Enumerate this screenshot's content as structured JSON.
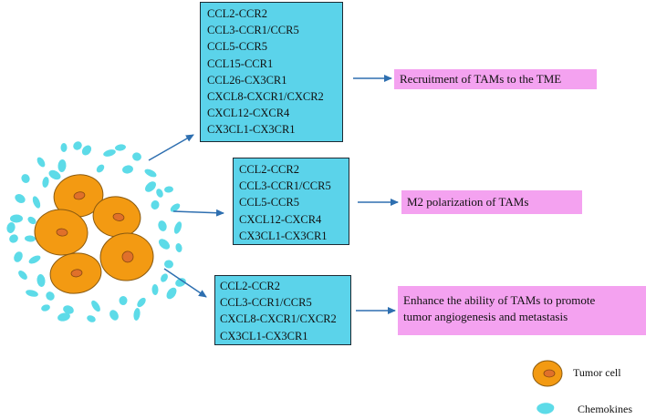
{
  "panels": [
    {
      "pairs": [
        "CCL2-CCR2",
        "CCL3-CCR1/CCR5",
        "CCL5-CCR5",
        "CCL15-CCR1",
        "CCL26-CX3CR1",
        "CXCL8-CXCR1/CXCR2",
        "CXCL12-CXCR4",
        "CX3CL1-CX3CR1"
      ],
      "outcome": "Recruitment of TAMs to the TME"
    },
    {
      "pairs": [
        "CCL2-CCR2",
        "CCL3-CCR1/CCR5",
        "CCL5-CCR5",
        "CXCL12-CXCR4",
        "CX3CL1-CX3CR1"
      ],
      "outcome": "M2 polarization of TAMs"
    },
    {
      "pairs": [
        "CCL2-CCR2",
        "CCL3-CCR1/CCR5",
        "CXCL8-CXCR1/CXCR2",
        "CX3CL1-CX3CR1"
      ],
      "outcome_lines": [
        "Enhance the ability of TAMs to promote",
        "tumor angiogenesis and metastasis"
      ]
    }
  ],
  "legend": {
    "tumor_cell": "Tumor cell",
    "chemokines": "Chemokines"
  },
  "colors": {
    "box_fill": "#5bd3ea",
    "outcome_fill": "#f4a2f0",
    "cell_fill": "#f39a12",
    "nucleus_fill": "#e0702a",
    "chemokine_fill": "#5ddbe8",
    "arrow": "#2e6fb0"
  }
}
